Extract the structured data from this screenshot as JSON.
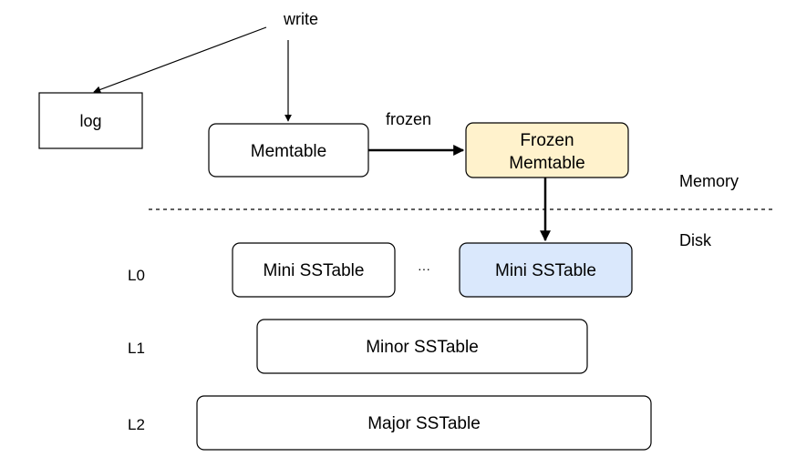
{
  "labels": {
    "write": "write",
    "frozen": "frozen",
    "memory": "Memory",
    "disk": "Disk",
    "ellipsis": "···"
  },
  "nodes": {
    "log": "log",
    "memtable": "Memtable",
    "frozen_memtable_line1": "Frozen",
    "frozen_memtable_line2": "Memtable",
    "mini_sstable_left": "Mini SSTable",
    "mini_sstable_right": "Mini SSTable",
    "minor_sstable": "Minor SSTable",
    "major_sstable": "Major SSTable"
  },
  "levels": {
    "l0": "L0",
    "l1": "L1",
    "l2": "L2"
  },
  "colors": {
    "frozen_fill": "#fff2cc",
    "frozen_stroke": "#d6b656",
    "mini_highlight_fill": "#dae8fc",
    "mini_highlight_stroke": "#6c8ebf",
    "default_fill": "#ffffff",
    "default_stroke": "#000000"
  }
}
